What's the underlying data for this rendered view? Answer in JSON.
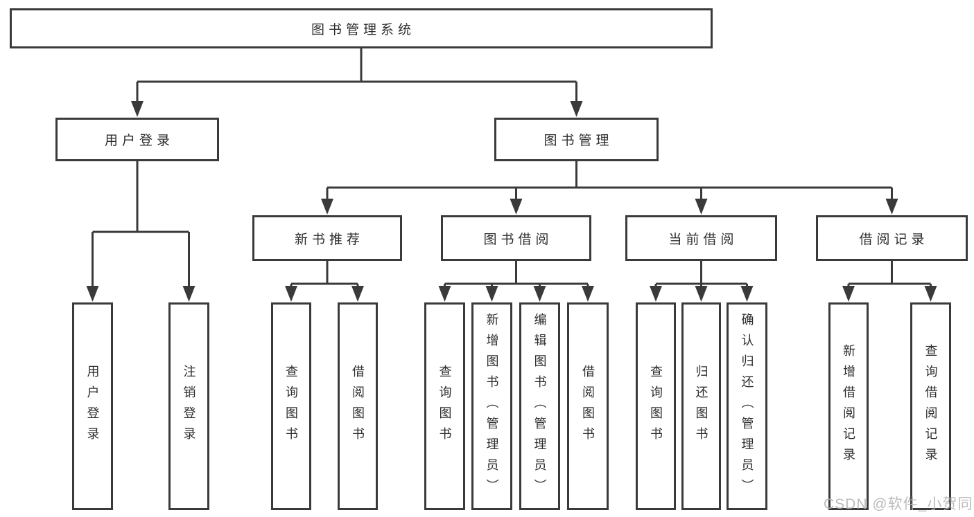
{
  "tree": {
    "label": "图书管理系统",
    "children": [
      {
        "label": "用户登录",
        "children": [
          {
            "label": "用户登录"
          },
          {
            "label": "注销登录"
          }
        ]
      },
      {
        "label": "图书管理",
        "children": [
          {
            "label": "新书推荐",
            "children": [
              {
                "label": "查询图书"
              },
              {
                "label": "借阅图书"
              }
            ]
          },
          {
            "label": "图书借阅",
            "children": [
              {
                "label": "查询图书"
              },
              {
                "label": "新增图书（管理员）"
              },
              {
                "label": "编辑图书（管理员）"
              },
              {
                "label": "借阅图书"
              }
            ]
          },
          {
            "label": "当前借阅",
            "children": [
              {
                "label": "查询图书"
              },
              {
                "label": "归还图书"
              },
              {
                "label": "确认归还（管理员）"
              }
            ]
          },
          {
            "label": "借阅记录",
            "children": [
              {
                "label": "新增借阅记录"
              },
              {
                "label": "查询借阅记录"
              }
            ]
          }
        ]
      }
    ]
  },
  "watermark": {
    "text": "CSDN @软件_小贺同学"
  },
  "colors": {
    "line": "#3a3a3a",
    "box_border": "#3a3a3a",
    "box_background": "#ffffff",
    "text": "#2d2d2d",
    "watermark": "#b5b5b5",
    "background": "#ffffff"
  }
}
